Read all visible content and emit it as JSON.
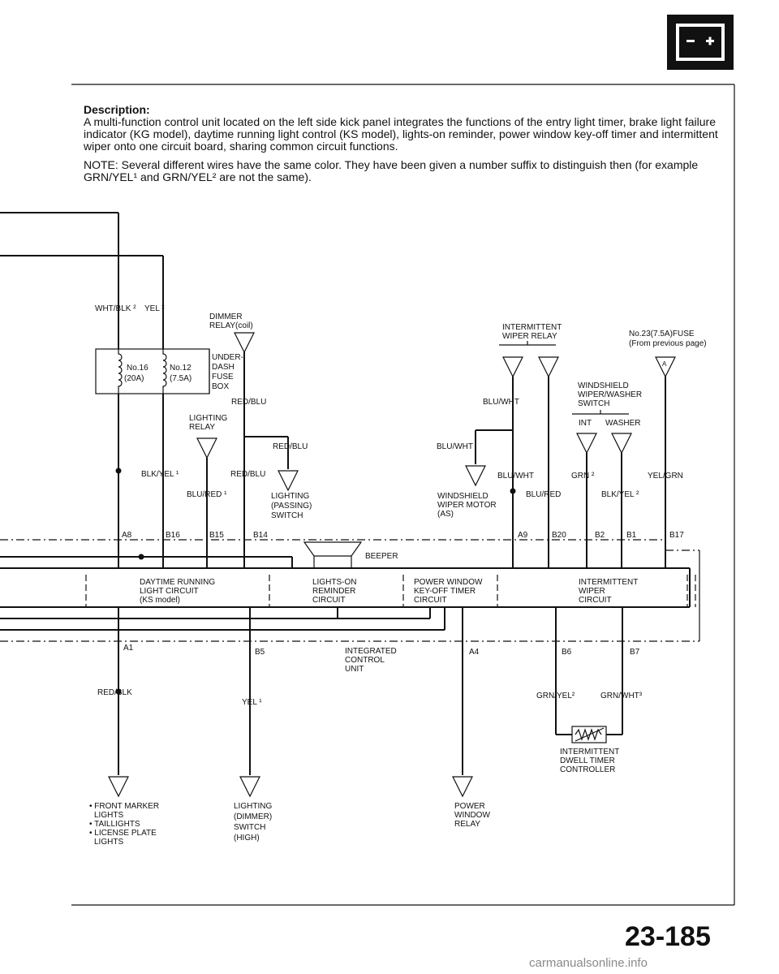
{
  "description": {
    "heading": "Description:",
    "body": "A multi-function control unit located on the left side kick panel integrates the functions of the entry light timer, brake light failure indicator (KG model), daytime running light control (KS model), lights-on reminder, power window key-off timer and intermittent wiper onto one circuit board, sharing common circuit functions.",
    "note": "NOTE: Several different wires have the same color. They have been given a number suffix to distinguish then (for example GRN/YEL¹ and GRN/YEL² are not the same)."
  },
  "wires": {
    "wht_blk2": "WHT/BLK ²",
    "yel2": "YEL ²",
    "red_blu_1": "RED/BLU",
    "red_blu_2": "RED/BLU",
    "red_blu_3": "RED/BLU",
    "blk_yel1": "BLK/YEL ¹",
    "blu_red1": "BLU/RED ¹",
    "blu_wht_1": "BLU/WHT",
    "blu_wht_2": "BLU/WHT",
    "blu_wht_3": "BLU/WHT",
    "blu_red": "BLU/RED",
    "grn2": "GRN ²",
    "blk_yel2": "BLK/YEL ²",
    "yel_grn": "YEL/GRN",
    "red_blk": "RED/BLK",
    "yel1": "YEL ¹",
    "grn_yel2": "GRN/YEL²",
    "grn_wht3": "GRN/WHT³"
  },
  "fuses": {
    "no16": "No.16",
    "no16_amp": "(20A)",
    "no12": "No.12",
    "no12_amp": "(7.5A)",
    "box": [
      "UNDER-",
      "DASH",
      "FUSE",
      "BOX"
    ],
    "ext_fuse": "No.23(7.5A)FUSE",
    "ext_fuse_sub": "(From previous page)",
    "ext_fuse_terminal": "A"
  },
  "components": {
    "dimmer_relay": [
      "DIMMER",
      "RELAY(coil)"
    ],
    "lighting_relay": [
      "LIGHTING",
      "RELAY"
    ],
    "lighting_passing": [
      "LIGHTING",
      "(PASSING)",
      "SWITCH"
    ],
    "int_wiper_relay": [
      "INTERMITTENT",
      "WIPER RELAY"
    ],
    "washer_switch": [
      "WINDSHIELD",
      "WIPER/WASHER",
      "SWITCH"
    ],
    "switch_int": "INT",
    "switch_washer": "WASHER",
    "wiper_motor": [
      "WINDSHIELD",
      "WIPER MOTOR",
      "(AS)"
    ],
    "beeper": "BEEPER",
    "dwell_timer": [
      "INTERMITTENT",
      "DWELL TIMER",
      "CONTROLLER"
    ]
  },
  "terminals": {
    "a8": "A8",
    "b16": "B16",
    "b15": "B15",
    "b14": "B14",
    "a9": "A9",
    "b20": "B20",
    "b2": "B2",
    "b1": "B1",
    "b17": "B17",
    "a1": "A1",
    "b5": "B5",
    "a4": "A4",
    "b6": "B6",
    "b7": "B7"
  },
  "circuits": {
    "drl": [
      "DAYTIME RUNNING",
      "LIGHT CIRCUIT",
      "(KS model)"
    ],
    "reminder": [
      "LIGHTS-ON",
      "REMINDER",
      "CIRCUIT"
    ],
    "power_window": [
      "POWER WINDOW",
      "KEY-OFF TIMER",
      "CIRCUIT"
    ],
    "wiper": [
      "INTERMITTENT",
      "WIPER",
      "CIRCUIT"
    ],
    "unit": [
      "INTEGRATED",
      "CONTROL",
      "UNIT"
    ]
  },
  "outputs": {
    "lights": [
      "• FRONT MARKER",
      "LIGHTS",
      "• TAILLIGHTS",
      "• LICENSE PLATE",
      "LIGHTS"
    ],
    "dimmer_switch": [
      "LIGHTING",
      "(DIMMER)",
      "SWITCH",
      "(HIGH)"
    ],
    "pw_relay": [
      "POWER",
      "WINDOW",
      "RELAY"
    ]
  },
  "page_number": "23-185",
  "watermark": "carmanualsonline.info"
}
